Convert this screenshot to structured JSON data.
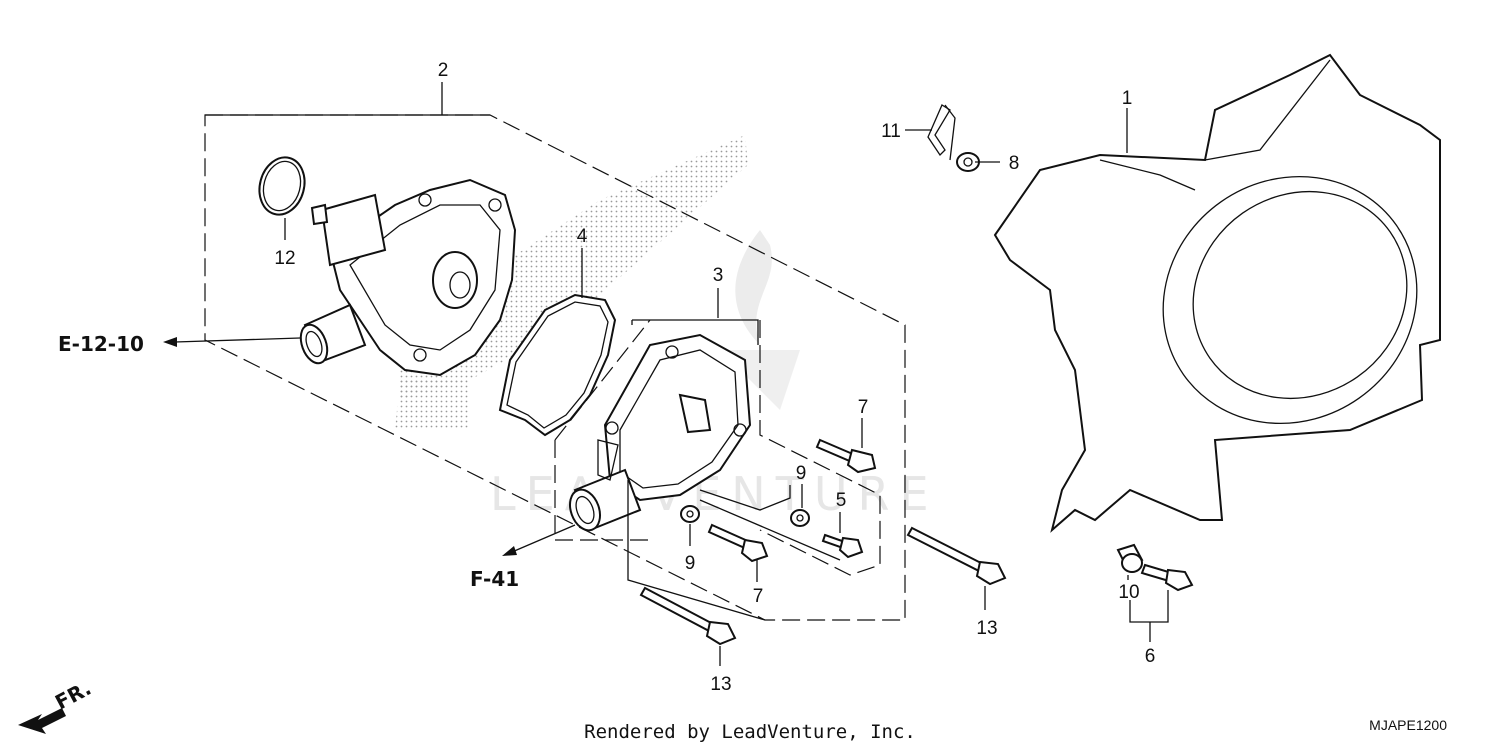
{
  "callouts": {
    "c1": "1",
    "c2": "2",
    "c3": "3",
    "c4": "4",
    "c5": "5",
    "c6": "6",
    "c7a": "7",
    "c7b": "7",
    "c8": "8",
    "c9a": "9",
    "c9b": "9",
    "c10": "10",
    "c11": "11",
    "c12": "12",
    "c13a": "13",
    "c13b": "13"
  },
  "references": {
    "e_ref": "E-12-10",
    "f_ref": "F-41"
  },
  "direction": {
    "label": "FR."
  },
  "watermark": "LEADVENTURE",
  "footer": {
    "credit": "Rendered by LeadVenture, Inc.",
    "diagram_code": "MJAPE1200"
  }
}
